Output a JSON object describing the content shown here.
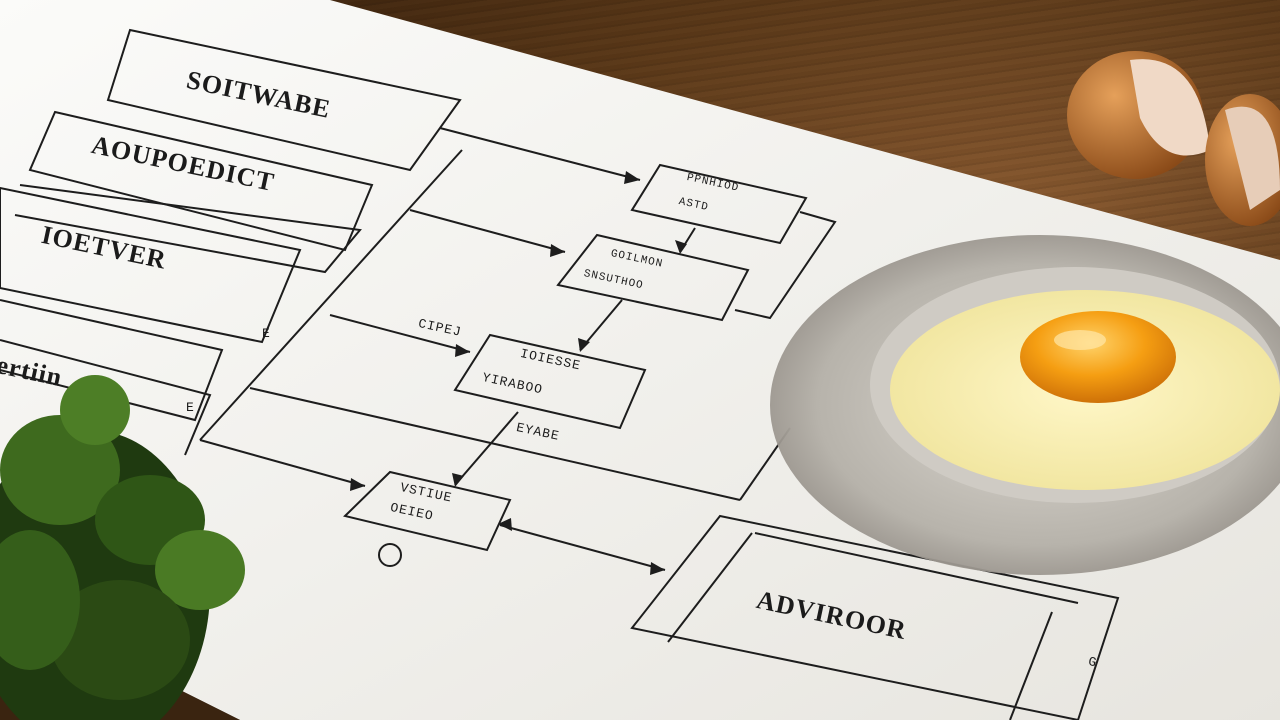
{
  "diagram": {
    "boxes": [
      {
        "id": "software",
        "label": "SOITWABE"
      },
      {
        "id": "acquire",
        "label": "AOUPOEDICT"
      },
      {
        "id": "ioerver",
        "label": "IOETVER"
      },
      {
        "id": "adviser",
        "label": "ADVIROOR"
      },
      {
        "id": "b1",
        "label1": "PPNHIOD",
        "label2": "ASTD"
      },
      {
        "id": "b2",
        "label1": "GOILMON",
        "label2": "SNSUTHOO"
      },
      {
        "id": "b3",
        "label1": "IOIESSE",
        "label2": "YIRABOO"
      },
      {
        "id": "b4",
        "label1": "VSTIUE",
        "label2": "OEIEO"
      }
    ],
    "annotations": [
      "CIPEJ",
      "EYABE",
      "E",
      "E",
      "ertiin",
      "G"
    ],
    "accent_colors": {
      "paper": "#f4f3ef",
      "ink": "#1b1b1b",
      "yolk": "#f39a12",
      "flour": "#c9c6c0",
      "herb": "#2e4a1a",
      "wood": "#5a3818"
    }
  }
}
